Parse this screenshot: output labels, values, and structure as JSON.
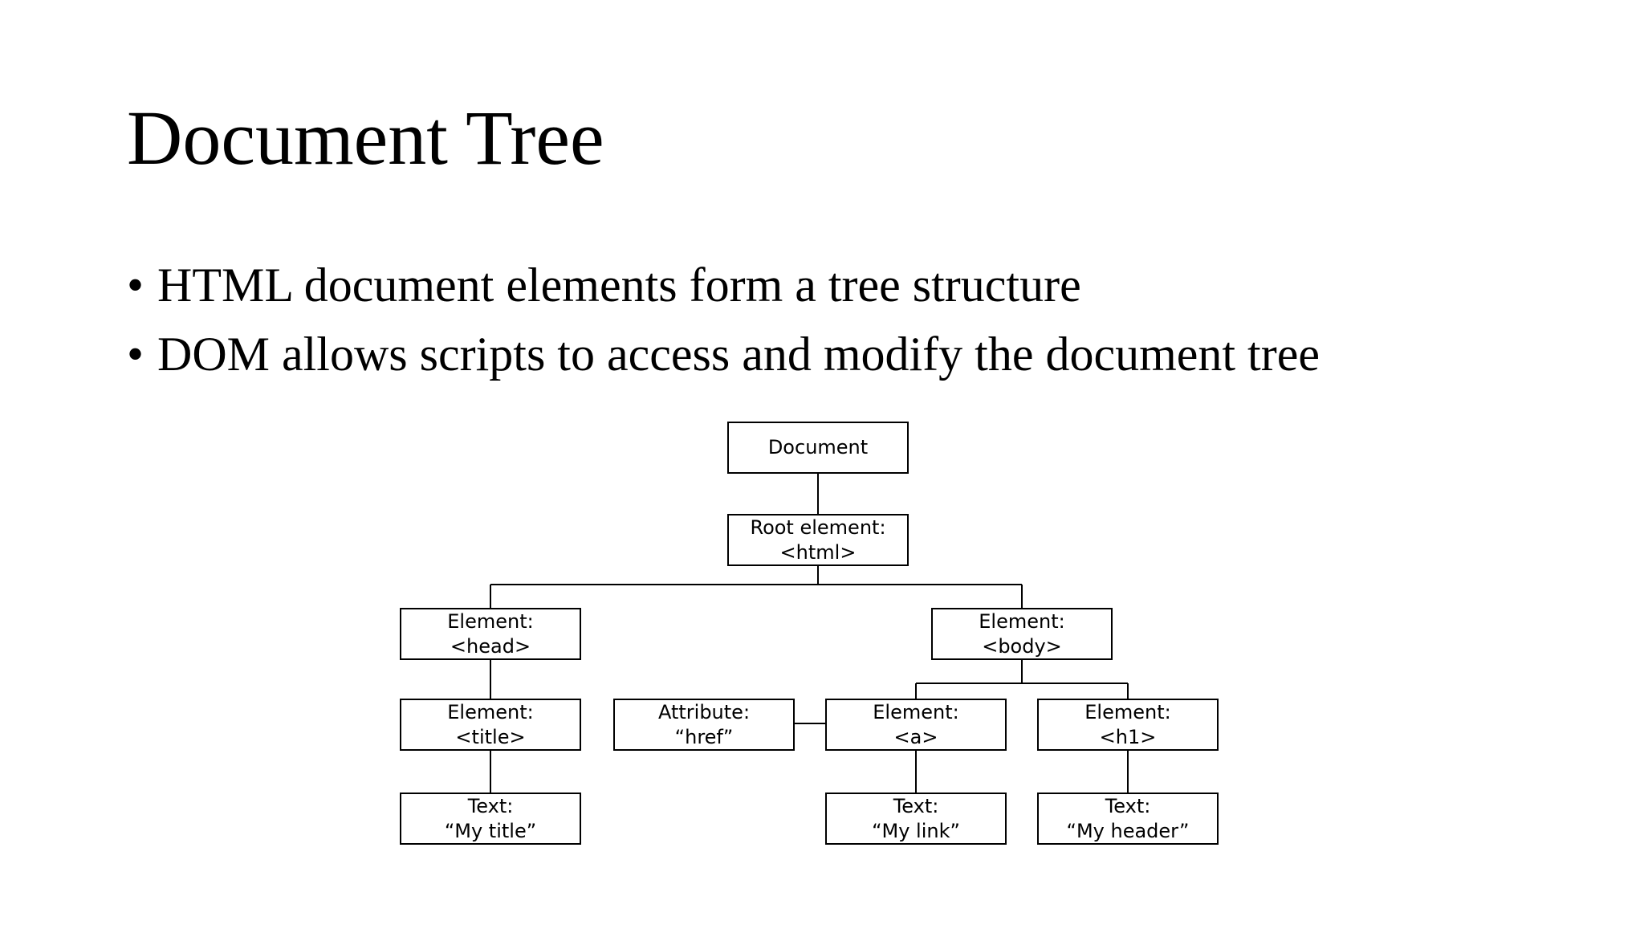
{
  "slide": {
    "title": "Document Tree",
    "bullets": [
      {
        "marker": "•",
        "text": "HTML document elements  form a tree structure"
      },
      {
        "marker": "•",
        "text": "DOM allows scripts to access and modify  the document tree"
      }
    ]
  },
  "diagram": {
    "nodes": {
      "document": {
        "line1": "Document",
        "line2": ""
      },
      "root": {
        "line1": "Root element:",
        "line2": "<html>"
      },
      "head": {
        "line1": "Element:",
        "line2": "<head>"
      },
      "body": {
        "line1": "Element:",
        "line2": "<body>"
      },
      "title": {
        "line1": "Element:",
        "line2": "<title>"
      },
      "attribute_href": {
        "line1": "Attribute:",
        "line2": "“href”"
      },
      "a": {
        "line1": "Element:",
        "line2": "<a>"
      },
      "h1": {
        "line1": "Element:",
        "line2": "<h1>"
      },
      "text_title": {
        "line1": "Text:",
        "line2": "“My title”"
      },
      "text_link": {
        "line1": "Text:",
        "line2": "“My link”"
      },
      "text_header": {
        "line1": "Text:",
        "line2": "“My header”"
      }
    },
    "edges": [
      [
        "document",
        "root"
      ],
      [
        "root",
        "head"
      ],
      [
        "root",
        "body"
      ],
      [
        "head",
        "title"
      ],
      [
        "body",
        "a"
      ],
      [
        "body",
        "h1"
      ],
      [
        "attribute_href",
        "a"
      ],
      [
        "title",
        "text_title"
      ],
      [
        "a",
        "text_link"
      ],
      [
        "h1",
        "text_header"
      ]
    ]
  }
}
